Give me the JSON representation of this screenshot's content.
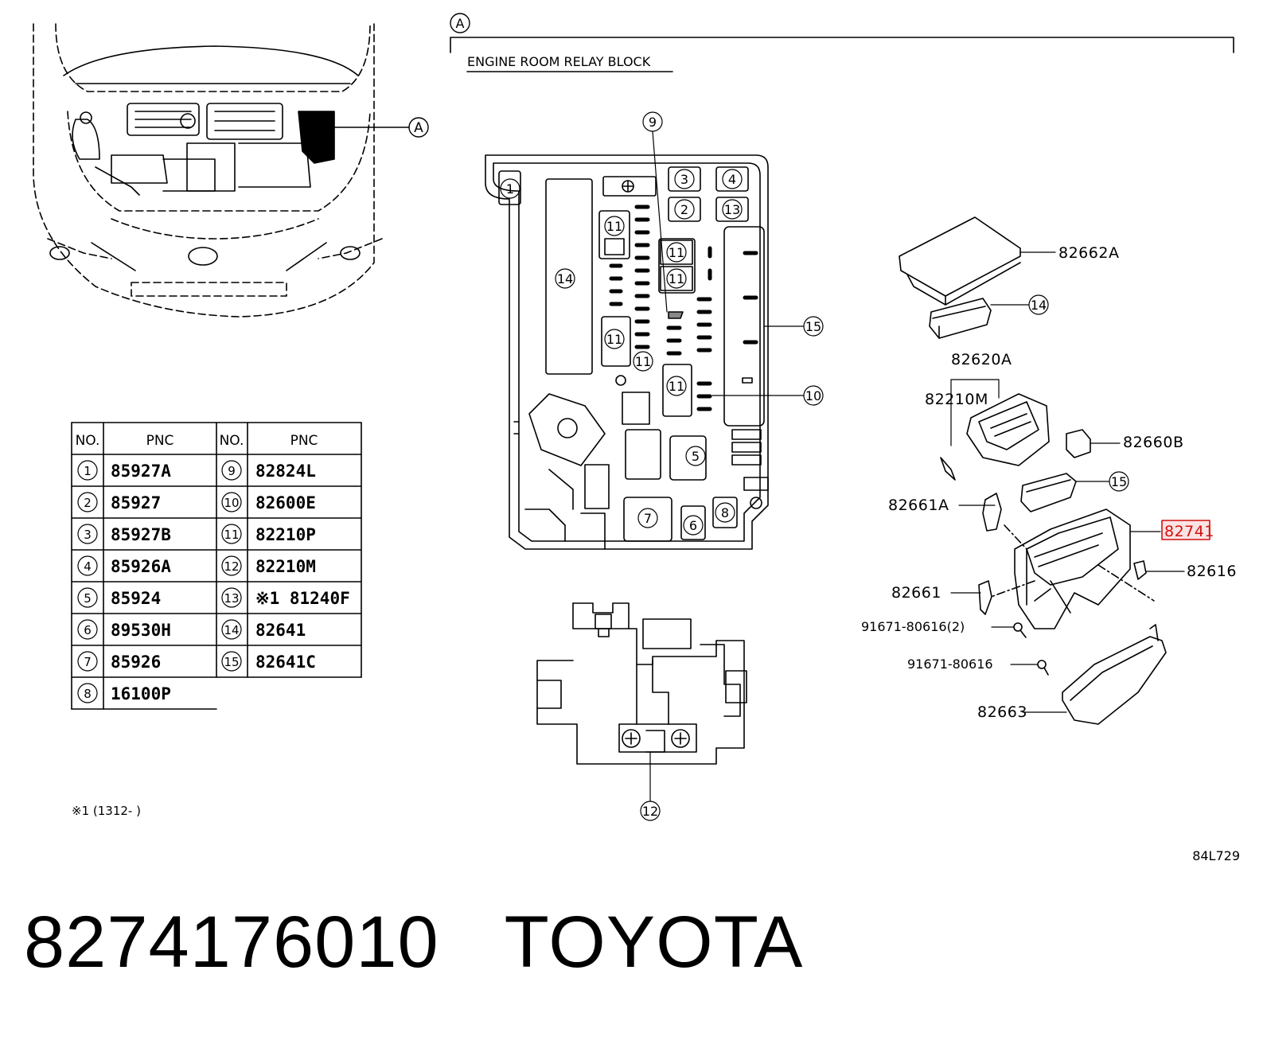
{
  "diagram": {
    "section_marker": "A",
    "section_title": "ENGINE ROOM RELAY BLOCK",
    "callouts": {
      "c1": "1",
      "c2": "2",
      "c3": "3",
      "c4": "4",
      "c5": "5",
      "c6": "6",
      "c7": "7",
      "c8": "8",
      "c9": "9",
      "c10": "10",
      "c11": "11",
      "c12": "12",
      "c13": "13",
      "c14": "14",
      "c15": "15"
    },
    "part_labels": {
      "p82662A": "82662A",
      "p82620A": "82620A",
      "p82210M": "82210M",
      "p82660B": "82660B",
      "p82661A": "82661A",
      "p82741": "82741",
      "p82616": "82616",
      "p82661": "82661",
      "p91671_2": "91671-80616(2)",
      "p91671": "91671-80616",
      "p82663": "82663"
    },
    "highlight_color": "#d01010",
    "footnote": "※1 (1312-      )",
    "figure_code": "84L729"
  },
  "table": {
    "headers": {
      "no": "NO.",
      "pnc": "PNC"
    },
    "rows_left": [
      {
        "no": "1",
        "pnc": "85927A"
      },
      {
        "no": "2",
        "pnc": "85927"
      },
      {
        "no": "3",
        "pnc": "85927B"
      },
      {
        "no": "4",
        "pnc": "85926A"
      },
      {
        "no": "5",
        "pnc": "85924"
      },
      {
        "no": "6",
        "pnc": "89530H"
      },
      {
        "no": "7",
        "pnc": "85926"
      },
      {
        "no": "8",
        "pnc": "16100P"
      }
    ],
    "rows_right": [
      {
        "no": "9",
        "pnc": "82824L"
      },
      {
        "no": "10",
        "pnc": "82600E"
      },
      {
        "no": "11",
        "pnc": "82210P"
      },
      {
        "no": "12",
        "pnc": "82210M"
      },
      {
        "no": "13",
        "pnc": "※1 81240F"
      },
      {
        "no": "14",
        "pnc": "82641"
      },
      {
        "no": "15",
        "pnc": "82641C"
      }
    ]
  },
  "caption": {
    "part_number": "8274176010",
    "brand": "TOYOTA"
  }
}
